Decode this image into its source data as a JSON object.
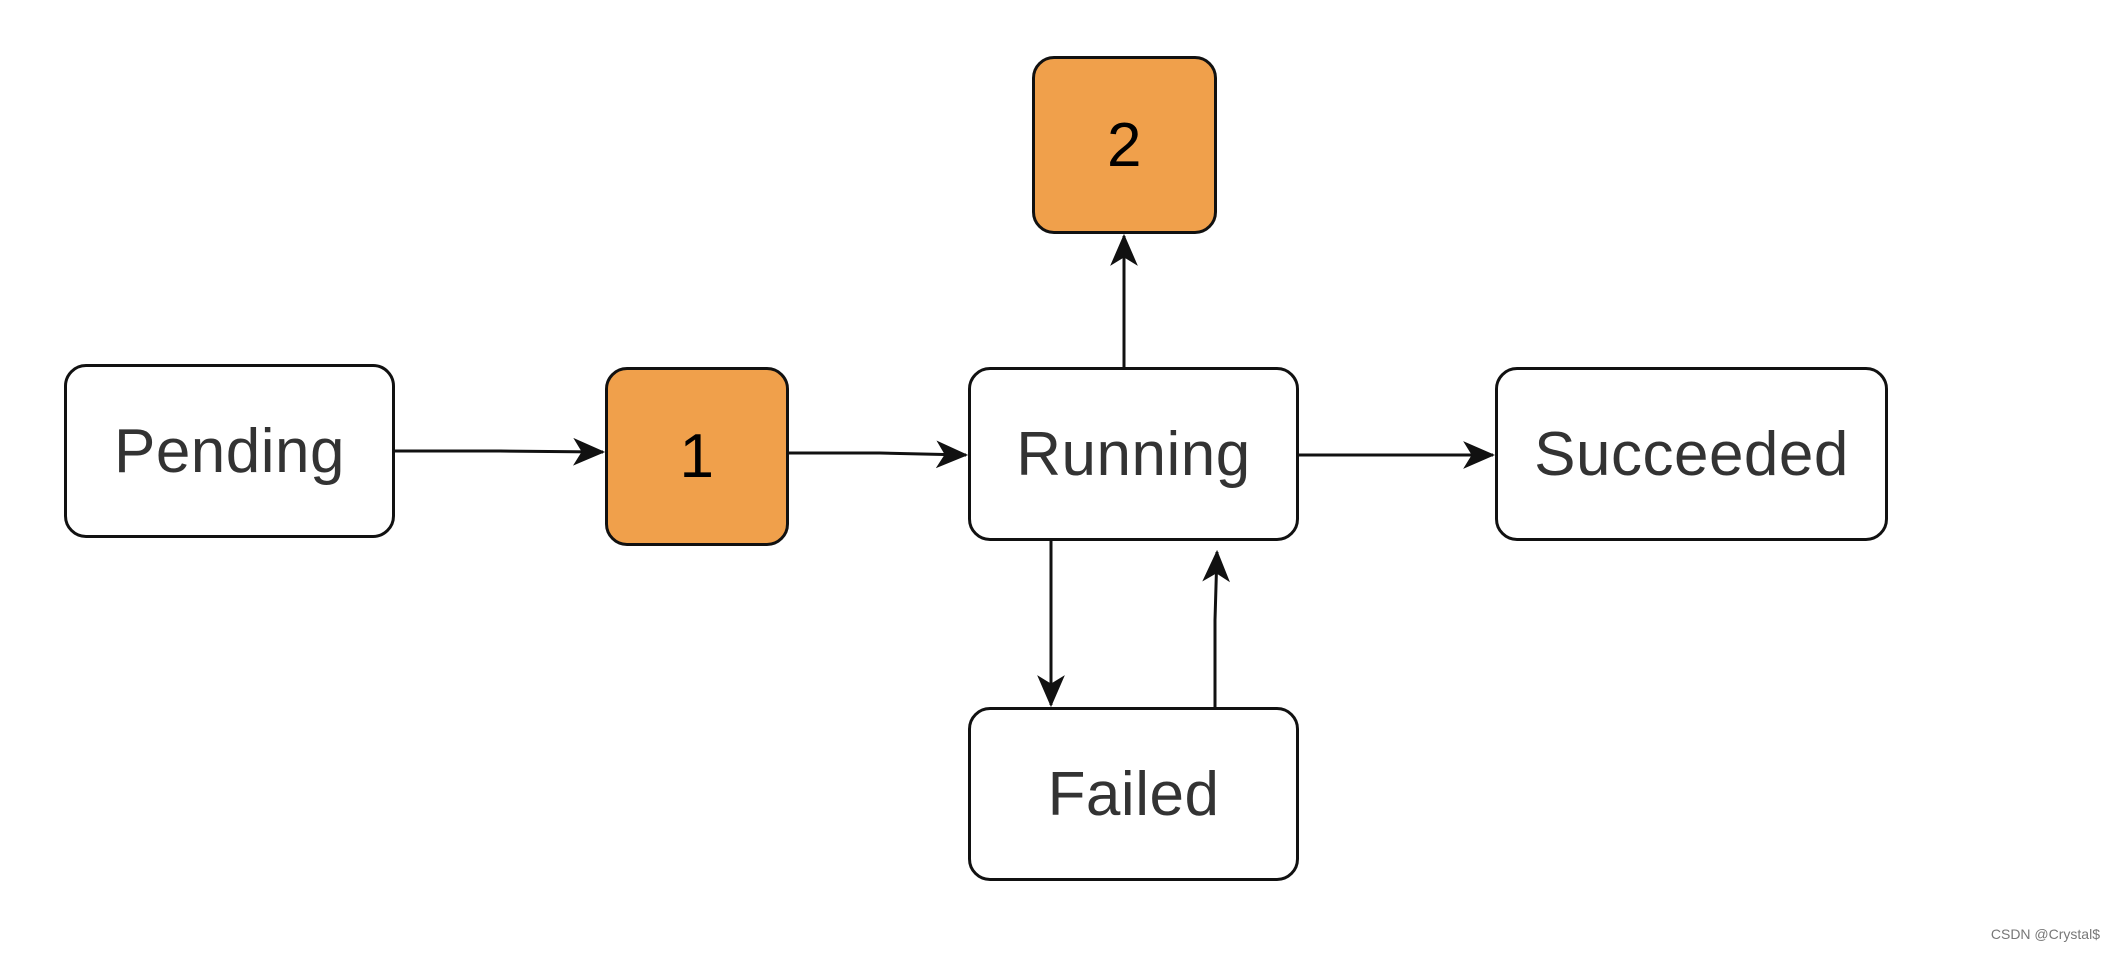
{
  "nodes": {
    "pending": "Pending",
    "step1": "1",
    "running": "Running",
    "step2": "2",
    "succeeded": "Succeeded",
    "failed": "Failed"
  },
  "watermark": "CSDN @Crystal$",
  "colors": {
    "accent_fill": "#F0A04B",
    "border": "#111111",
    "text": "#333333"
  }
}
